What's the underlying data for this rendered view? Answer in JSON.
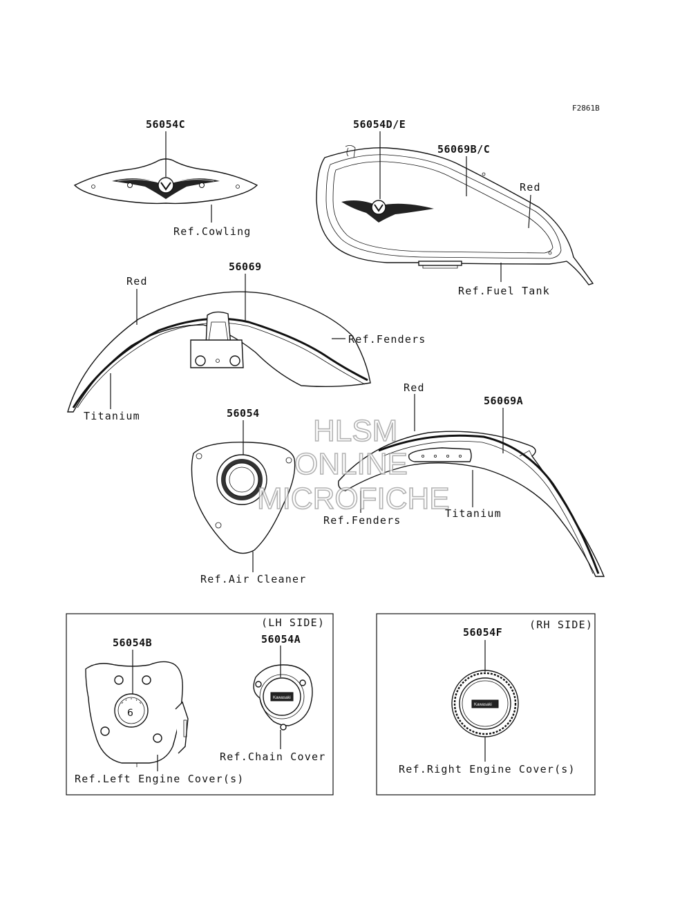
{
  "figure_code": "F2861B",
  "watermark": {
    "line1": "HLSM",
    "line2": "ONLINE",
    "line3": "MICROFICHE"
  },
  "labels": {
    "p_56054C": "56054C",
    "ref_cowling": "Ref.Cowling",
    "p_56054DE": "56054D/E",
    "p_56069BC": "56069B/C",
    "red_tank": "Red",
    "ref_fuel_tank": "Ref.Fuel Tank",
    "p_56069": "56069",
    "red_front": "Red",
    "ref_fenders_front": "Ref.Fenders",
    "titanium_front": "Titanium",
    "p_56054": "56054",
    "ref_air_cleaner": "Ref.Air Cleaner",
    "red_rear": "Red",
    "p_56069A": "56069A",
    "ref_fenders_rear": "Ref.Fenders",
    "titanium_rear": "Titanium",
    "lh_side": "(LH SIDE)",
    "p_56054B": "56054B",
    "p_56054A": "56054A",
    "ref_chain_cover": "Ref.Chain Cover",
    "ref_left_engine_cover": "Ref.Left Engine Cover(s)",
    "rh_side": "(RH SIDE)",
    "p_56054F": "56054F",
    "ref_right_engine_cover": "Ref.Right Engine Cover(s)"
  },
  "emblem_text": {
    "chain": "Kawasaki",
    "right": "Kawasaki"
  }
}
